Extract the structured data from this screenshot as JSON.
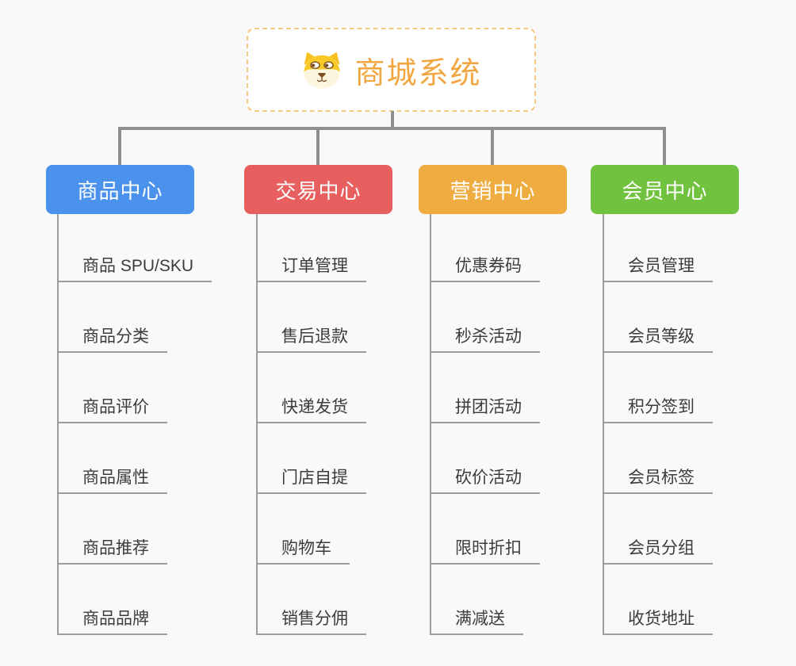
{
  "root": {
    "title": "商城系统",
    "icon": "dog-face-icon"
  },
  "branches": [
    {
      "label": "商品中心",
      "color": "#4A92EC",
      "items": [
        "商品 SPU/SKU",
        "商品分类",
        "商品评价",
        "商品属性",
        "商品推荐",
        "商品品牌"
      ]
    },
    {
      "label": "交易中心",
      "color": "#E75F5E",
      "items": [
        "订单管理",
        "售后退款",
        "快递发货",
        "门店自提",
        "购物车",
        "销售分佣"
      ]
    },
    {
      "label": "营销中心",
      "color": "#EFAC40",
      "items": [
        "优惠券码",
        "秒杀活动",
        "拼团活动",
        "砍价活动",
        "限时折扣",
        "满减送"
      ]
    },
    {
      "label": "会员中心",
      "color": "#71C23E",
      "items": [
        "会员管理",
        "会员等级",
        "积分签到",
        "会员标签",
        "会员分组",
        "收货地址"
      ]
    }
  ],
  "palette": {
    "background": "#F9F9F9",
    "root_accent": "#F2A640",
    "root_border": "#F4C981",
    "connector": "#8F8F8F",
    "spine": "#9C9C9C",
    "leaf_text": "#3C3C3C"
  }
}
